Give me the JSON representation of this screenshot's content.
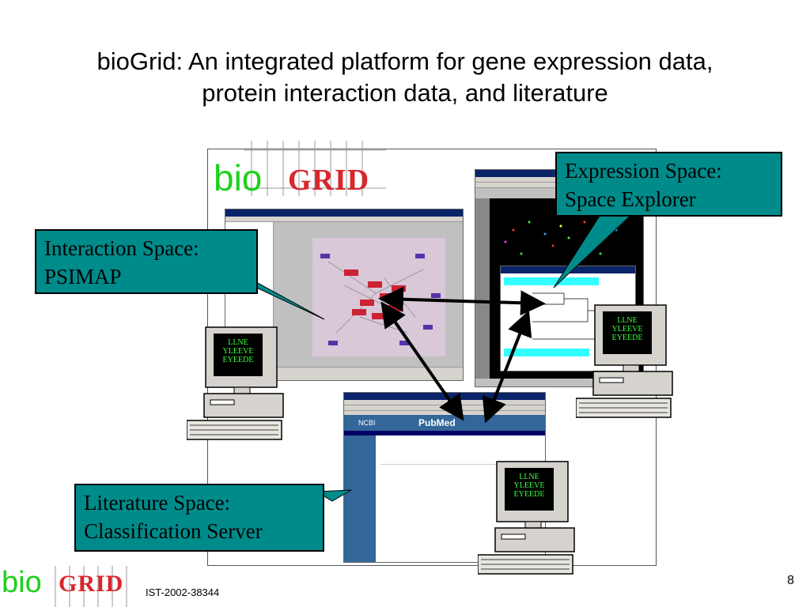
{
  "title": {
    "line1": "bioGrid: An integrated platform for gene expression data,",
    "line2": "protein interaction data, and literature"
  },
  "logo": {
    "bio": "bio",
    "grid": "GRID"
  },
  "callouts": {
    "expression_line1": "Expression Space:",
    "expression_line2": "Space Explorer",
    "interaction_line1": "Interaction Space:",
    "interaction_line2": "PSIMAP",
    "literature_line1": "Literature Space:",
    "literature_line2": "Classification Server"
  },
  "computer_screen": {
    "line1": "LLNE",
    "line2": "YLEEVE",
    "line3": "EYEEDE"
  },
  "pubmed": {
    "ncbi": "NCBI",
    "pubmed": "PubMed"
  },
  "footer": {
    "project_id": "IST-2002-38344",
    "page_number": "8"
  },
  "colors": {
    "callout_bg": "#008b8b",
    "bio_green": "#1bd11b",
    "grid_red": "#d9262a"
  }
}
